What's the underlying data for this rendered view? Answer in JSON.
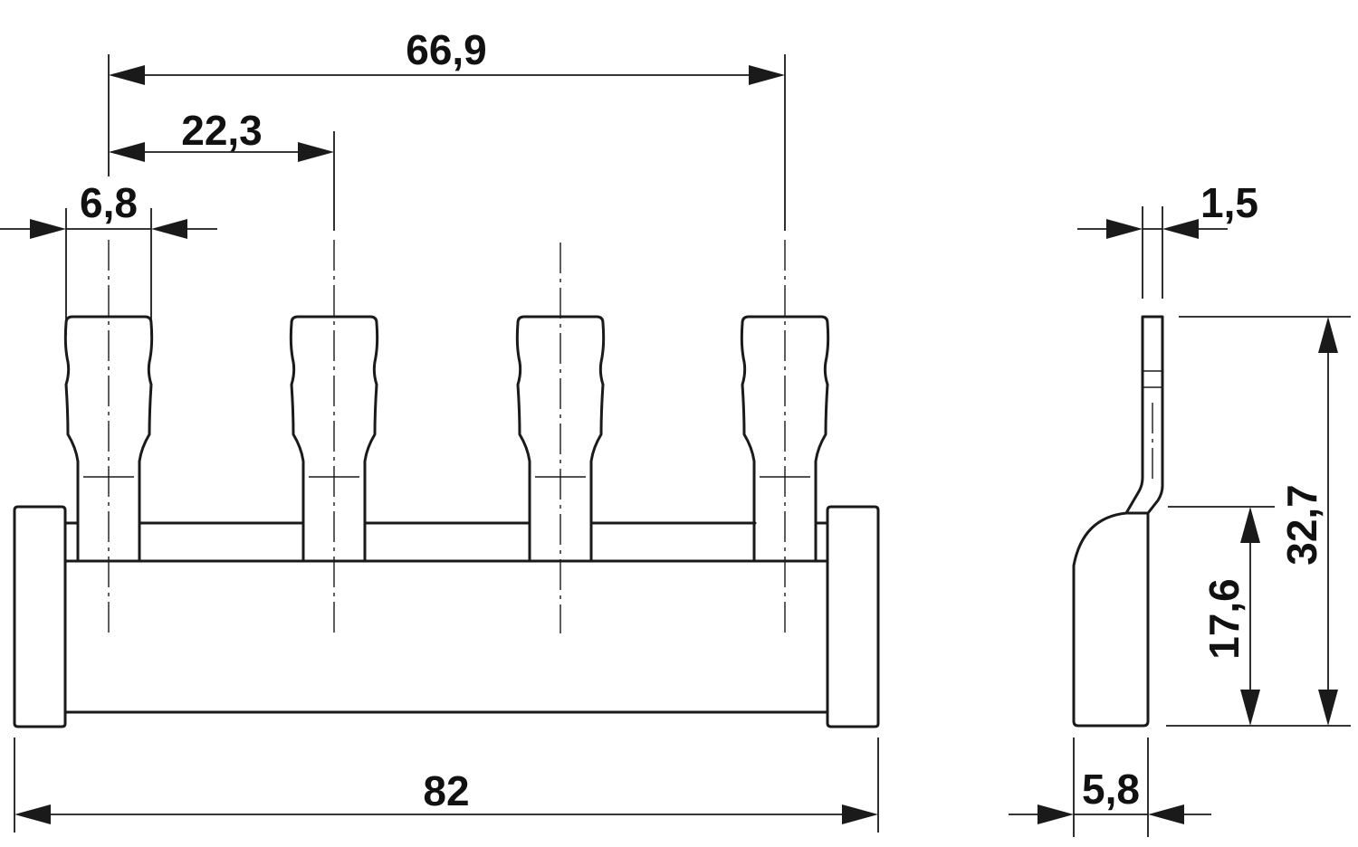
{
  "colors": {
    "line": "#1a1a1a",
    "text": "#111111",
    "background": "#ffffff"
  },
  "dimensions": {
    "front_pitch_total": "66,9",
    "front_pitch": "22,3",
    "front_pin_width": "6,8",
    "front_overall_width": "82",
    "side_thickness": "1,5",
    "side_overall_height": "32,7",
    "side_base_height": "17,6",
    "side_base_depth": "5,8"
  }
}
